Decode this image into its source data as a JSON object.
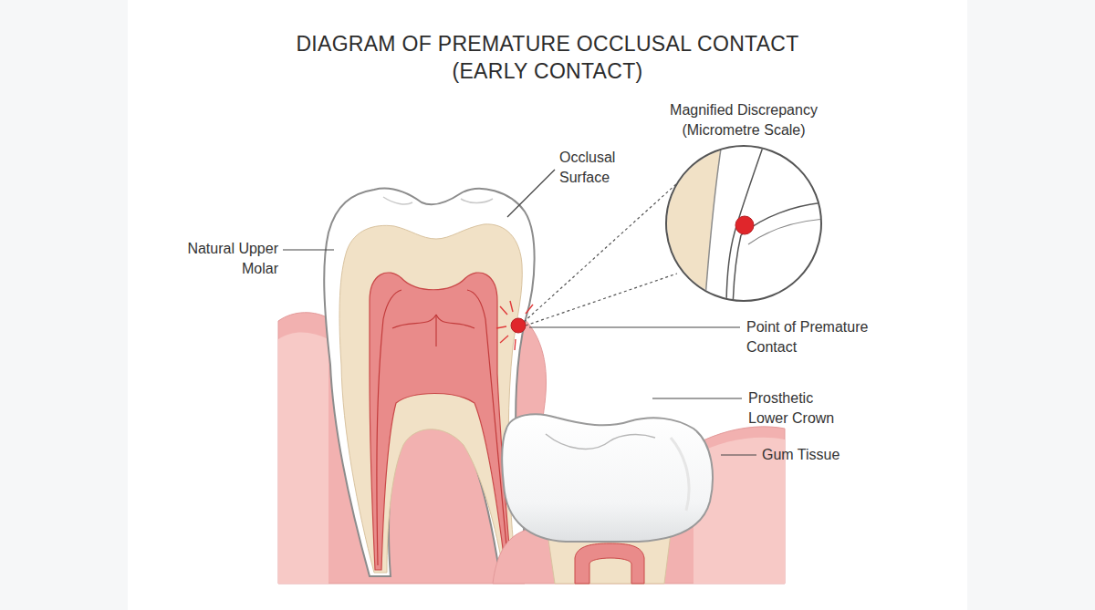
{
  "diagram": {
    "title": "DIAGRAM OF PREMATURE OCCLUSAL CONTACT (EARLY CONTACT)",
    "labels": [
      "Magnified Discrepancy (Micrometre Scale)",
      "Occlusal Surface",
      "Natural Upper Molar",
      "Point of Premature Contact",
      "Prosthetic Lower Crown",
      "Gum Tissue"
    ]
  }
}
